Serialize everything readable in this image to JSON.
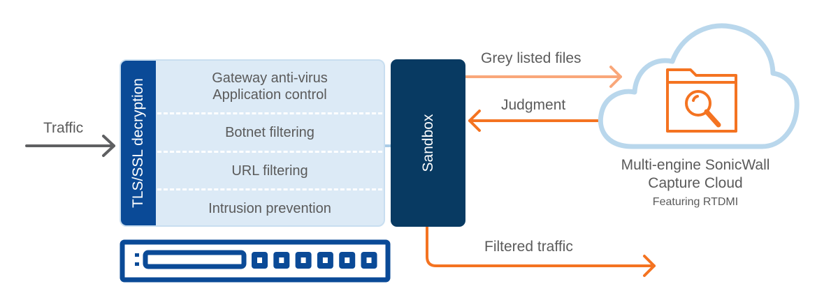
{
  "diagram": {
    "input_label": "Traffic",
    "decryption_label": "TLS/SSL decryption",
    "services": [
      {
        "lines": [
          "Gateway anti-virus",
          "Application control"
        ]
      },
      {
        "lines": [
          "Botnet filtering"
        ]
      },
      {
        "lines": [
          "URL filtering"
        ]
      },
      {
        "lines": [
          "Intrusion prevention"
        ]
      }
    ],
    "sandbox_label": "Sandbox",
    "to_cloud_label": "Grey listed files",
    "from_cloud_label": "Judgment",
    "output_label": "Filtered traffic",
    "cloud": {
      "title_line1": "Multi-engine SonicWall",
      "title_line2": "Capture Cloud",
      "subtitle": "Featuring RTDMI",
      "icon": "folder-search-icon"
    },
    "appliance_icon": "firewall-appliance-icon",
    "appliance_ports": 6
  },
  "colors": {
    "dark_blue": "#0a4a97",
    "navy": "#083a62",
    "light_blue_fill": "#dceaf6",
    "cloud_outline": "#b9d7ec",
    "orange": "#f47321",
    "light_orange": "#f9a77a",
    "grey_arrow": "#5f6062"
  }
}
